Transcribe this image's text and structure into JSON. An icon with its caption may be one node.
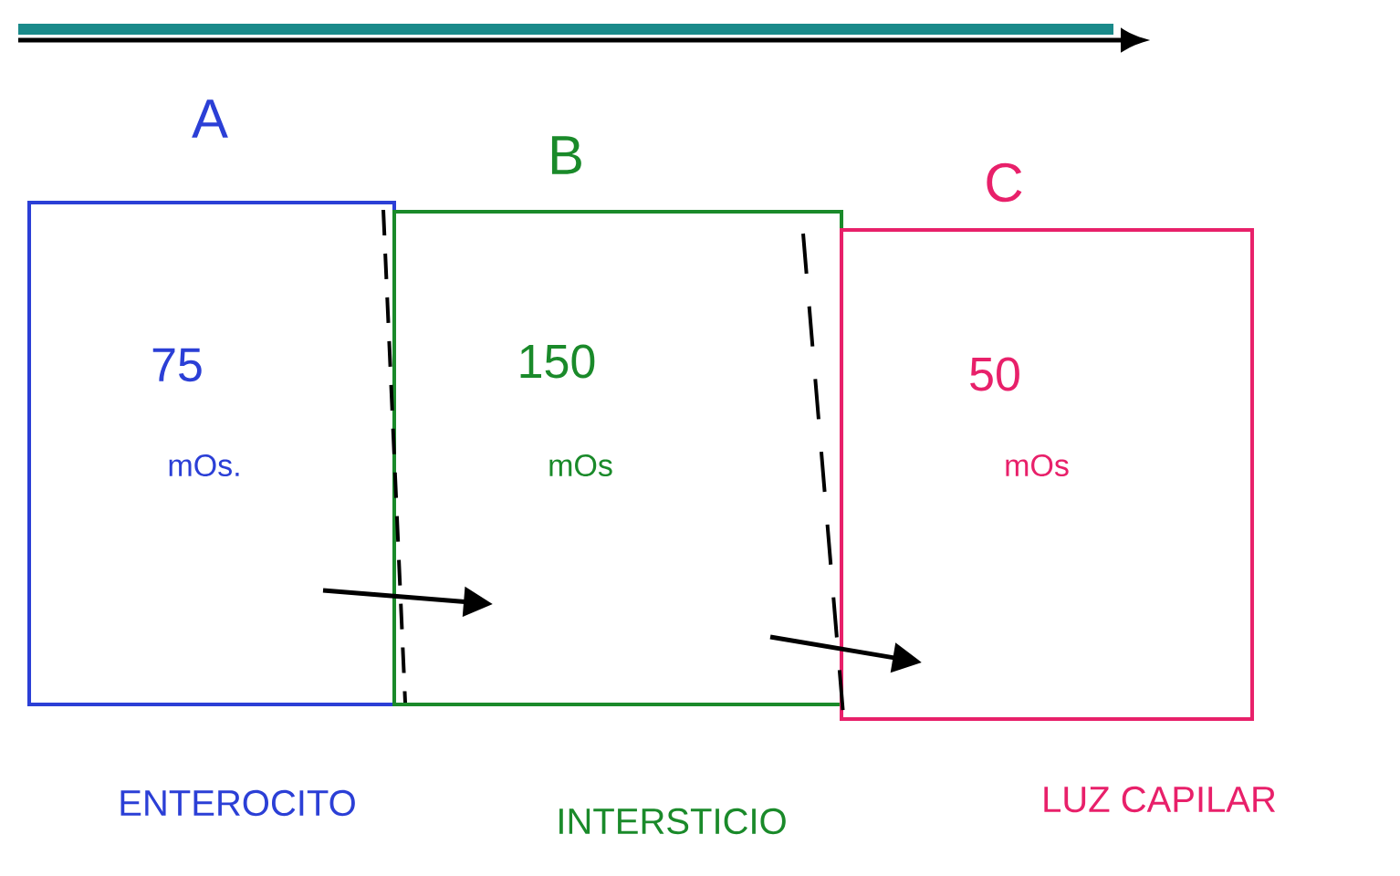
{
  "diagram": {
    "nodes": [
      {
        "text": [
          "A",
          "75",
          "mOs."
        ],
        "beside": [
          "ENTEROCITO"
        ]
      },
      {
        "text": [
          "B",
          "150",
          "mOs"
        ],
        "beside": [
          "INTERSTICIO"
        ]
      },
      {
        "text": [
          "C",
          "50",
          "mOs"
        ],
        "beside": [
          "LUZ CAPILAR"
        ]
      }
    ],
    "edges": [
      {
        "from": 0,
        "to": 1,
        "arrow": "to"
      },
      {
        "from": 1,
        "to": 2,
        "arrow": "to"
      }
    ]
  }
}
